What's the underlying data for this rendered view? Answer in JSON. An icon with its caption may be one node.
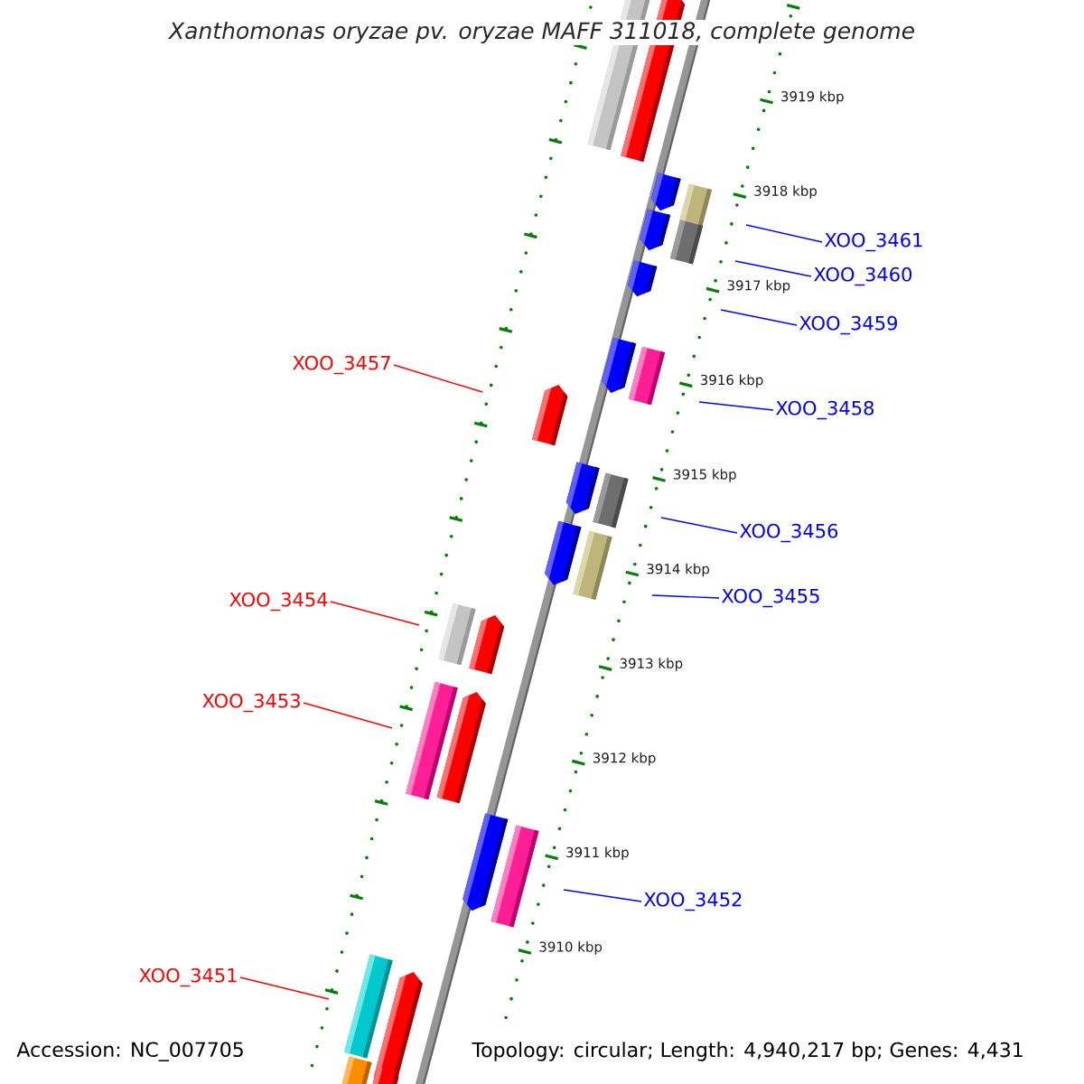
{
  "diagram": {
    "title": "Xanthomonas oryzae pv. oryzae MAFF 311018, complete genome",
    "nodes": [
      {
        "text": [
          "XOO_3461"
        ]
      },
      {
        "text": [
          "XOO_3460"
        ]
      },
      {
        "text": [
          "XOO_3459"
        ]
      },
      {
        "text": [
          "XOO_3457"
        ]
      },
      {
        "text": [
          "XOO_3458"
        ]
      },
      {
        "text": [
          "XOO_3456"
        ]
      },
      {
        "text": [
          "XOO_3455"
        ]
      },
      {
        "text": [
          "XOO_3454"
        ]
      },
      {
        "text": [
          "XOO_3453"
        ]
      },
      {
        "text": [
          "XOO_3452"
        ]
      },
      {
        "text": [
          "XOO_3451"
        ]
      }
    ],
    "edges": [
      {
        "from": 0,
        "to": null,
        "arrow": "none"
      },
      {
        "from": 1,
        "to": null,
        "arrow": "none"
      },
      {
        "from": 2,
        "to": null,
        "arrow": "none"
      },
      {
        "from": 3,
        "to": null,
        "arrow": "none",
        "color": "#ff0000"
      },
      {
        "from": 4,
        "to": null,
        "arrow": "none"
      },
      {
        "from": 5,
        "to": null,
        "arrow": "none"
      },
      {
        "from": 6,
        "to": null,
        "arrow": "none"
      },
      {
        "from": 7,
        "to": null,
        "arrow": "none",
        "color": "#ff0000"
      },
      {
        "from": 8,
        "to": null,
        "arrow": "none",
        "color": "#ff0000"
      },
      {
        "from": 9,
        "to": null,
        "arrow": "none"
      },
      {
        "from": 10,
        "to": null,
        "arrow": "none",
        "color": "#ff0000"
      }
    ],
    "labels": [
      "3919 kbp",
      "3918 kbp",
      "3917 kbp",
      "3916 kbp",
      "3915 kbp",
      "3914 kbp",
      "3913 kbp",
      "3912 kbp",
      "3911 kbp",
      "3910 kbp",
      "Accession: NC_007705",
      "Topology: circular; Length: 4,940,217 bp; Genes: 4,431"
    ]
  }
}
